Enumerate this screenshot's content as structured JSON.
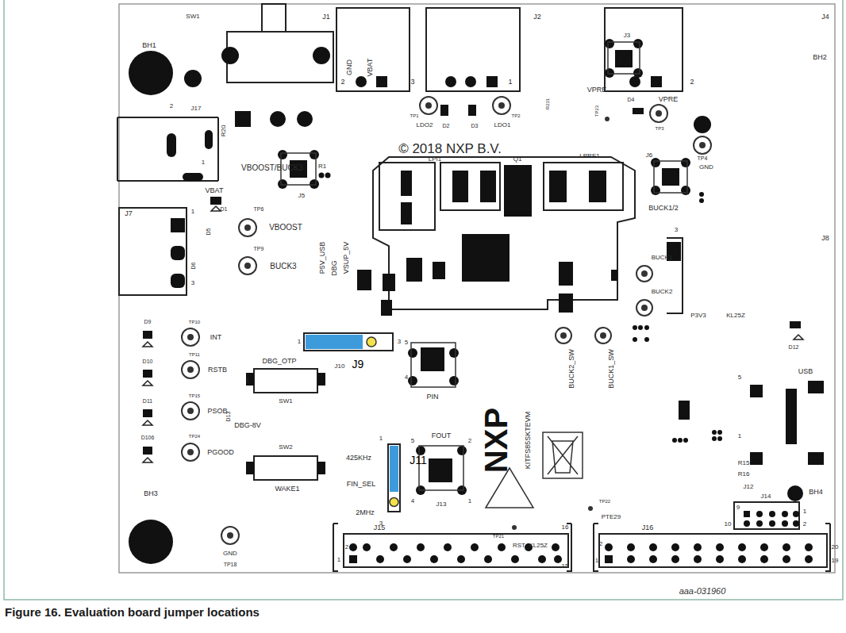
{
  "diagram": {
    "caption": "Figure 16. Evaluation board jumper locations",
    "labels": [
      "BH1",
      "SW1",
      "J1",
      "J17",
      "2",
      "1",
      "R20",
      "VBOOST/BUCK3",
      "VBAT",
      "D1",
      "R1",
      "J5",
      "J7",
      "1",
      "D5",
      "D6",
      "3",
      "TP6",
      "VBOOST",
      "TP9",
      "BUCK3",
      "GND",
      "VBAT",
      "2",
      "3",
      "1",
      "J2",
      "J3",
      "VPRE",
      "J4",
      "2",
      "BH2",
      "VPRE",
      "TP1",
      "LDO2",
      "D2",
      "D3",
      "LDO1",
      "TP2",
      "R231",
      "TP23",
      "D4",
      "TP3",
      "© 2018 NXP B.V.",
      "LPI1",
      "Q1",
      "LPRE1",
      "J6",
      "BUCK1/2",
      "TP4",
      "GND",
      "J8",
      "3",
      "BUCK1",
      "BUCK2",
      "P5V_USB",
      "DBG",
      "VSUP_5V",
      "1",
      "3",
      "J9",
      "J10",
      "5",
      "4",
      "PIN",
      "BUCK2_SW",
      "BUCK1_SW",
      "P3V3",
      "KL25Z",
      "D12",
      "USB",
      "5",
      "1",
      "R15",
      "R16",
      "J12",
      "TP10",
      "INT",
      "D9",
      "TP11",
      "RSTB",
      "D10",
      "DBG_OTP",
      "1",
      "SW1",
      "TP15",
      "PSOB",
      "D11",
      "D13",
      "DBG-8V",
      "TP24",
      "PGOOD",
      "D106",
      "SW2",
      "WAKE1",
      "425KHz",
      "FIN_SEL",
      "2MHz",
      "1",
      "3",
      "J11",
      "FOUT",
      "5",
      "2",
      "4",
      "1",
      "J13",
      "NXP",
      "KITFS85SKTEVM",
      "TP21",
      "RST_KL25Z",
      "TP22",
      "PTE29",
      "J14",
      "9",
      "1",
      "10",
      "2",
      "BH3",
      "BH4",
      "GND",
      "TP18",
      "J15",
      "16",
      "2",
      "1",
      "15",
      "J16",
      "2",
      "1",
      "20",
      "19",
      "aaa-031960"
    ]
  }
}
